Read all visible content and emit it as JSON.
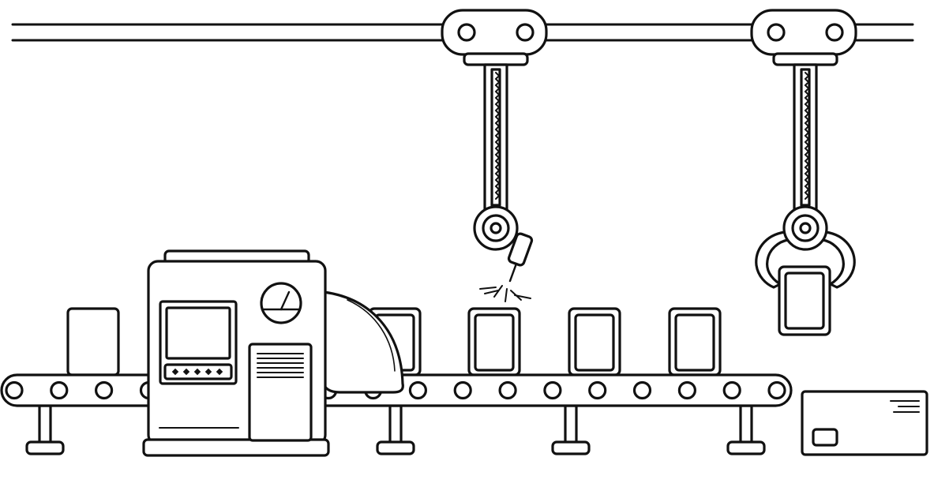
{
  "scene": {
    "kind": "factory-assembly-line",
    "ink_color": "#111111",
    "background_color": "#ffffff",
    "components": [
      "overhead-rail",
      "rail-trolley-welder",
      "rail-trolley-gripper",
      "welding-robot-arm",
      "gripper-robot-arm",
      "conveyor-belt",
      "conveyor-rollers",
      "conveyor-legs",
      "control-machine",
      "machine-screen",
      "pressure-gauge",
      "machine-door-vent",
      "machine-hood-cover",
      "product-box-unprocessed",
      "product-box-processed",
      "held-product-box",
      "welding-sparks",
      "shipping-crate"
    ],
    "conveyor_roller_count": 18,
    "processed_box_count": 4,
    "icons": [
      "gauge-icon",
      "spark-icon"
    ]
  }
}
